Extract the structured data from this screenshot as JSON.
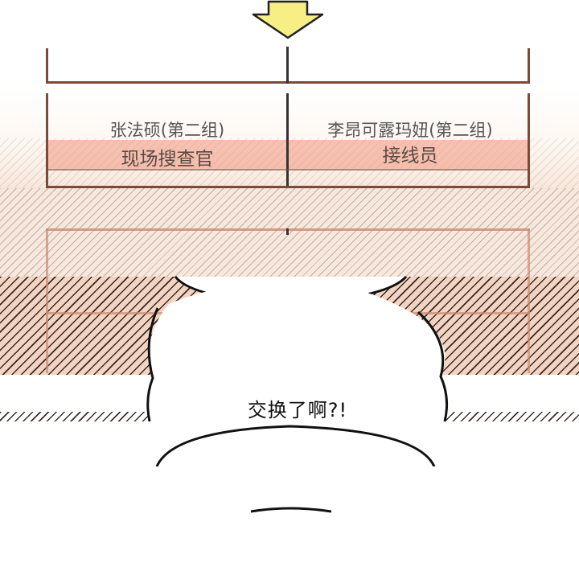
{
  "chart": {
    "left": {
      "name": "张法硕(第二组)",
      "role": "现场搜查官"
    },
    "right": {
      "name": "李昂可露玛妞(第二组)",
      "role": "接线员"
    }
  },
  "speech_bubble": {
    "text": "交换了啊?!"
  },
  "colors": {
    "arrow_fill": "#f7ee86",
    "arrow_stroke": "#222222",
    "frame_line": "#7a4a3a",
    "highlight": "#f0967d"
  },
  "icons": [
    "down-arrow-icon"
  ]
}
